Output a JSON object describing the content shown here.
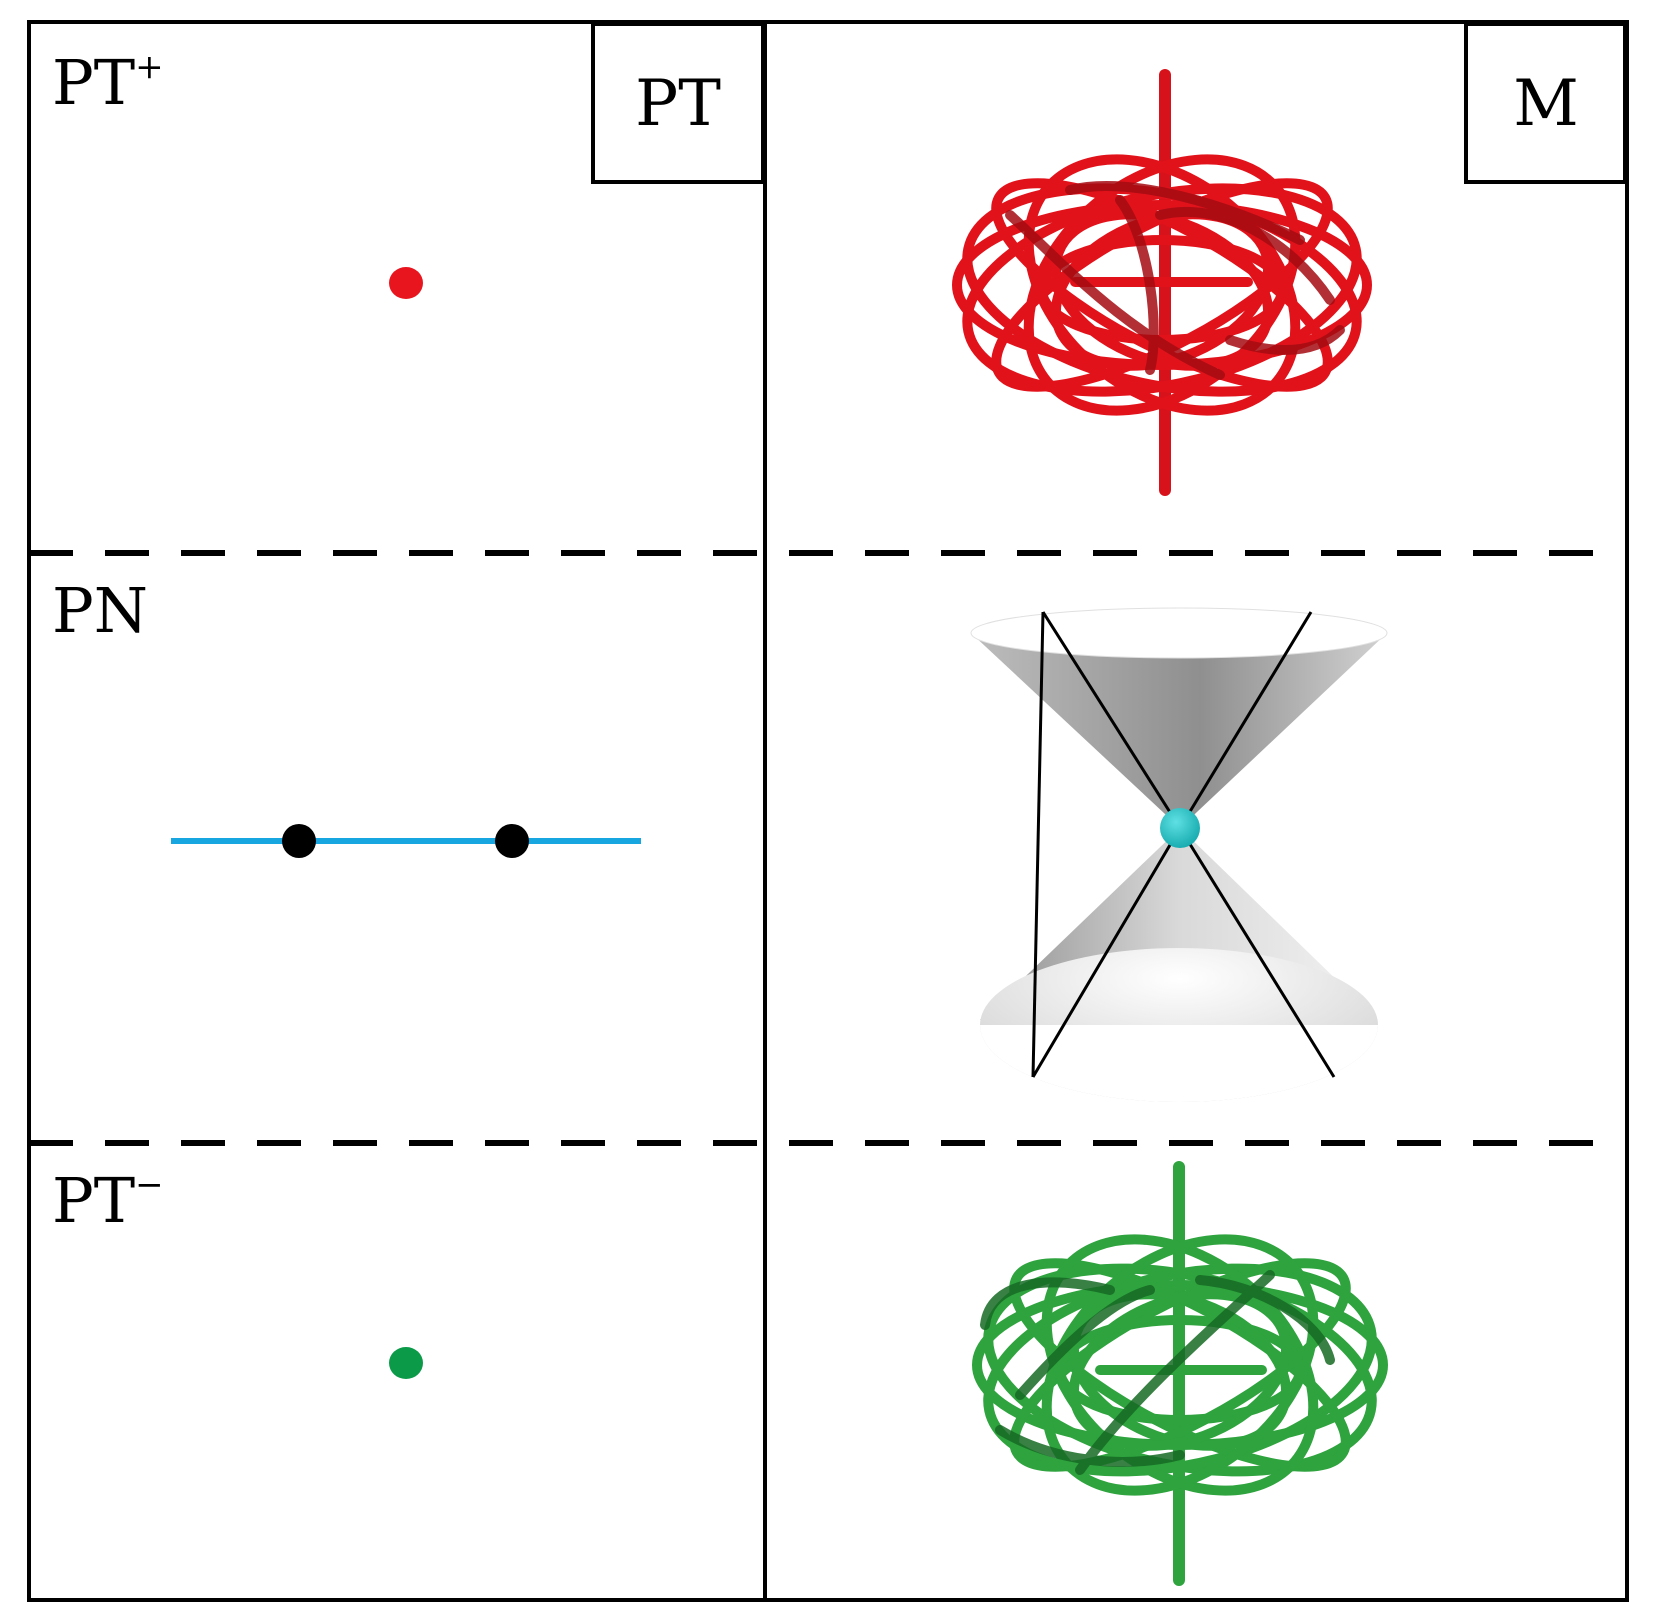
{
  "header_labels": {
    "left": "PT",
    "right": "M"
  },
  "row_labels": {
    "top": {
      "base": "PT",
      "sup": "+"
    },
    "middle": {
      "base": "PN",
      "sup": ""
    },
    "bottom": {
      "base": "PT",
      "sup": "−"
    }
  },
  "colors": {
    "frame": "#000000",
    "pt_plus": "#e8151f",
    "pt_minus": "#0a9a48",
    "pn_line": "#17a6e0",
    "pn_points": "#000000",
    "cone_vertex": "#22c4c8",
    "torus_red": "#e2121b",
    "torus_red_dark": "#a50c12",
    "torus_green": "#2ea33e",
    "torus_green_dark": "#166a24",
    "cone_fill": "#9a9a9a"
  },
  "elements": {
    "pt_plus_point": "point",
    "pn_line_with_two_points": "line-with-points",
    "pt_minus_point": "point",
    "red_torus": "twistor-fibration-torus",
    "light_cone": "light-cone",
    "green_torus": "twistor-fibration-torus"
  }
}
